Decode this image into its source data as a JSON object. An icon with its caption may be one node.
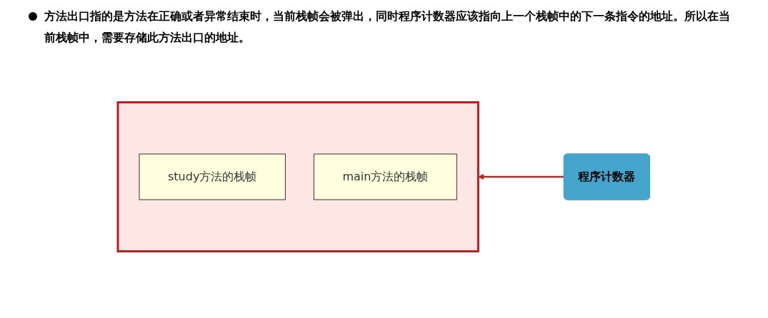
{
  "diagram": {
    "nodes": [
      {
        "text": [],
        "shape": "box"
      },
      {
        "text": [
          "study方法的栈帧"
        ],
        "in": 0
      },
      {
        "text": [
          "main方法的栈帧"
        ],
        "in": 0
      },
      {
        "text": [
          "程序计数器"
        ]
      }
    ],
    "edges": [
      {
        "from": 3,
        "to": 0,
        "arrow": "to",
        "color": "#a93226"
      }
    ],
    "labels": [
      "方法出口指的是方法在正确或者异常结束时，当前栈帧会被弹出，同时程序计数器应该指向上一个栈帧中的下一条指令的地址。所以在当前栈帧中，需要存储此方法出口的地址。"
    ]
  }
}
